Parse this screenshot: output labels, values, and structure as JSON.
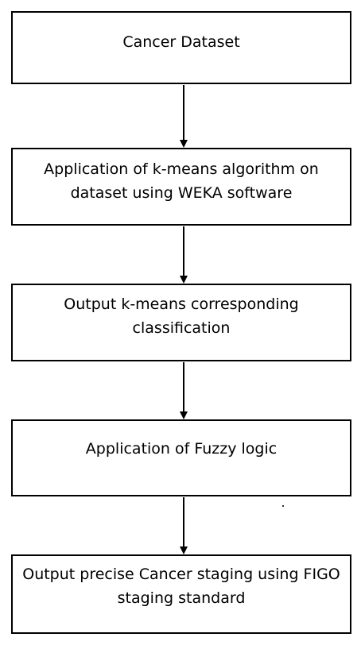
{
  "flowchart": {
    "steps": [
      {
        "label": "Cancer Dataset"
      },
      {
        "label": "Application of k-means algorithm on dataset using WEKA software"
      },
      {
        "label": "Output k-means corresponding classification"
      },
      {
        "label": "Application of Fuzzy logic"
      },
      {
        "label": "Output precise Cancer staging using FIGO staging standard"
      }
    ],
    "connections": [
      {
        "from": "Cancer Dataset",
        "to": "Application of k-means algorithm on dataset using WEKA software"
      },
      {
        "from": "Application of k-means algorithm on dataset using WEKA software",
        "to": "Output k-means corresponding classification"
      },
      {
        "from": "Output k-means corresponding classification",
        "to": "Application of Fuzzy logic"
      },
      {
        "from": "Application of Fuzzy logic",
        "to": "Output precise Cancer staging using FIGO staging standard"
      }
    ],
    "colors": {
      "stroke": "#000000",
      "fill": "#ffffff"
    }
  }
}
